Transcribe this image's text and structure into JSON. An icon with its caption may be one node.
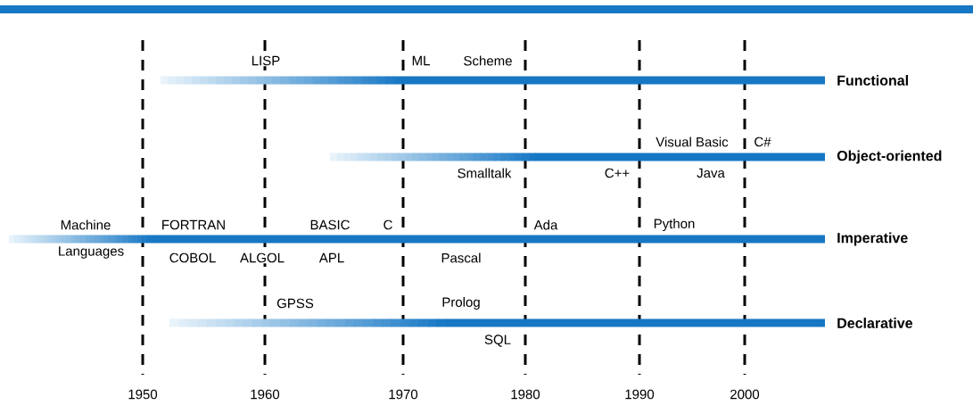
{
  "diagram": {
    "labels": [
      "LISP",
      "ML",
      "Scheme",
      "Functional",
      "Visual Basic",
      "C#",
      "Object-oriented",
      "Smalltalk",
      "C++",
      "Java",
      "Machine",
      "FORTRAN",
      "BASIC",
      "C",
      "Ada",
      "Python",
      "Imperative",
      "Languages",
      "COBOL",
      "ALGOL",
      "APL",
      "Pascal",
      "GPSS",
      "Prolog",
      "Declarative",
      "SQL",
      "1950",
      "1960",
      "1970",
      "1980",
      "1990",
      "2000"
    ]
  }
}
